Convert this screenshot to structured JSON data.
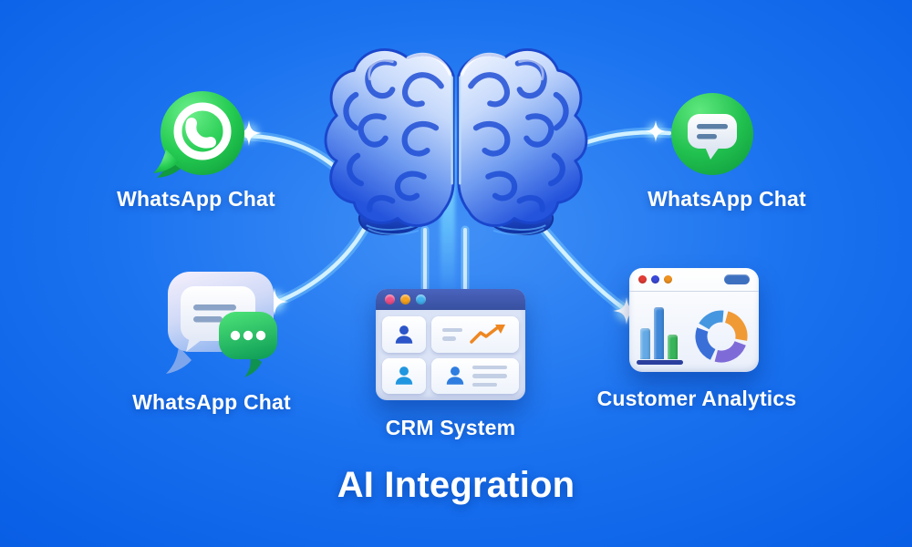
{
  "diagram": {
    "title": "AI Integration",
    "nodes": {
      "tl": {
        "label": "WhatsApp Chat",
        "icon": "whatsapp-logo-icon"
      },
      "tr": {
        "label": "WhatsApp Chat",
        "icon": "chat-bubble-circle-icon"
      },
      "bl": {
        "label": "WhatsApp Chat",
        "icon": "chat-bubbles-icon"
      },
      "crm": {
        "label": "CRM System",
        "icon": "crm-window-icon"
      },
      "analytics": {
        "label": "Customer Analytics",
        "icon": "analytics-window-icon"
      }
    },
    "center": {
      "icon": "brain-icon"
    }
  },
  "colors": {
    "background_blue": "#0a60e6",
    "background_highlight": "#4190f6",
    "connector_cyan": "#d3f1ff",
    "whatsapp_green": "#22c051",
    "brain_blue": "#2453dc",
    "crm_titlebar": "#3e57b2",
    "traffic_pink": "#ef4f86",
    "traffic_orange": "#f6a21e",
    "traffic_blue": "#41b1f0",
    "ana_dot_red": "#e33b35",
    "ana_dot_blue": "#3a49d8",
    "ana_dot_orange": "#f0921e",
    "chart_bar_lightblue": "#64aae6",
    "chart_bar_blue": "#3f87d8",
    "chart_bar_green": "#36b55a",
    "donut_orange": "#f09a36",
    "donut_purple": "#7f6bd8",
    "donut_blue": "#3a6fd8",
    "donut_azure": "#4596e0",
    "trend_orange": "#ee8722",
    "text_white": "#ffffff"
  }
}
